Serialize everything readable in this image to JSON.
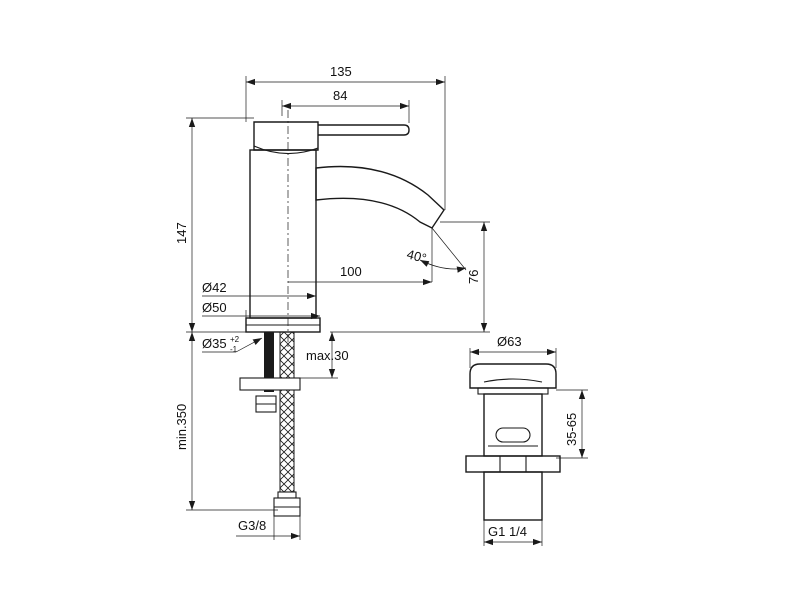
{
  "dimensions": {
    "width_total": "135",
    "handle_length": "84",
    "height_total": "147",
    "spout_reach": "100",
    "spout_height": "76",
    "spout_angle": "40°",
    "body_diameter": "Ø42",
    "base_diameter": "Ø50",
    "hole_diameter": "Ø35",
    "hole_tol_plus": "+2",
    "hole_tol_minus": "-1",
    "max_thickness": "max.30",
    "hose_length": "min.350",
    "hose_thread": "G3/8",
    "waste_diameter": "Ø63",
    "waste_range": "35-65",
    "waste_thread": "G1 1/4"
  }
}
